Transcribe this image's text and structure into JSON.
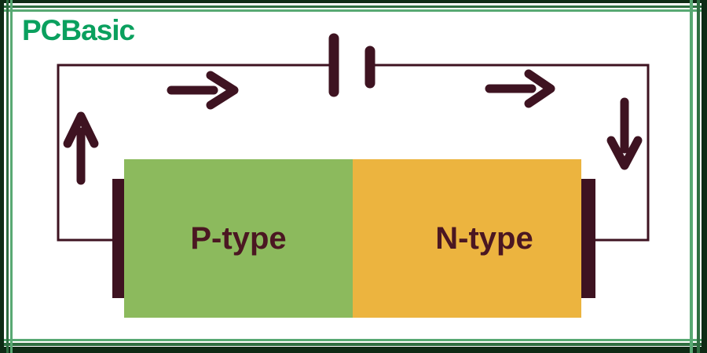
{
  "brand": {
    "logo_text": "PCBasic"
  },
  "circuit": {
    "p_label": "P-type",
    "n_label": "N-type",
    "icons": {
      "battery": "battery-cell-icon",
      "arrow_top_left": "arrow-right-icon",
      "arrow_top_right": "arrow-right-icon",
      "arrow_left_side": "arrow-up-icon",
      "arrow_right_side": "arrow-down-icon"
    }
  },
  "colors": {
    "p-green": "#8cba5d",
    "n-orange": "#ecb43f",
    "maroon": "#3e1321",
    "label-maroon": "#4b1722",
    "logo-green": "#0aa05e",
    "frame-dark": "#0e2b15",
    "frame-medium": "#2e6e41",
    "frame-light": "#58a973",
    "bg": "#ffffff"
  }
}
